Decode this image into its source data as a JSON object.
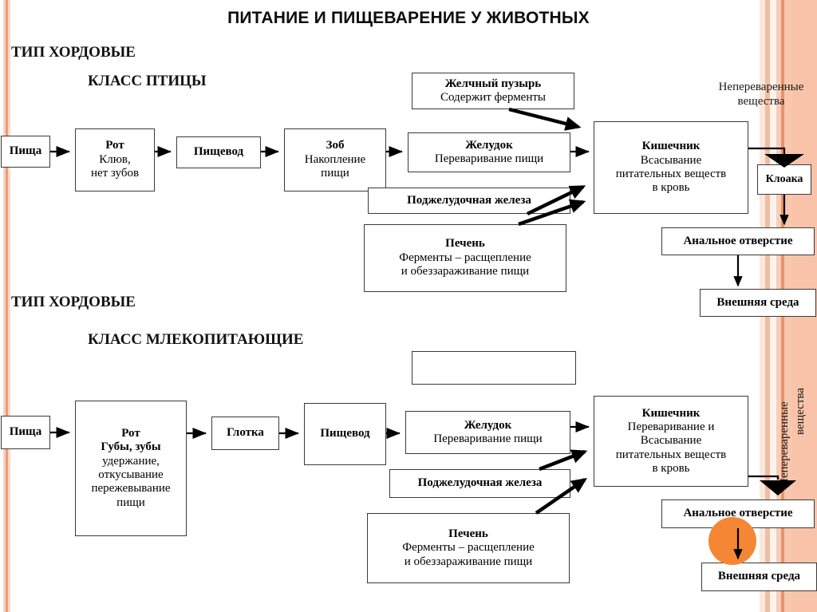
{
  "slide": {
    "title": "ПИТАНИЕ И ПИЩЕВАРЕНИЕ У ЖИВОТНЫХ",
    "background_color": "#ffffff",
    "accent_color": "#F3A07A",
    "blob_color": "#F58634",
    "box_border_color": "#3a3a3a"
  },
  "sections": {
    "birds": {
      "type_heading": "ТИП ХОРДОВЫЕ",
      "class_heading": "КЛАСС ПТИЦЫ",
      "boxes": {
        "food": {
          "title": "Пища",
          "sub": ""
        },
        "mouth": {
          "title": "Рот",
          "sub": "Клюв,\nнет зубов"
        },
        "esophagus": {
          "title": "Пищевод",
          "sub": ""
        },
        "crop": {
          "title": "Зоб",
          "sub": "Накопление\nпищи"
        },
        "gallbladder": {
          "title": "Желчный пузырь",
          "sub": "Содержит ферменты"
        },
        "stomach": {
          "title": "Желудок",
          "sub": "Переваривание пищи"
        },
        "pancreas": {
          "title": "Поджелудочная железа",
          "sub": ""
        },
        "liver": {
          "title": "Печень",
          "sub": "Ферменты – расщепление\nи обеззараживание пищи"
        },
        "intestine": {
          "title": "Кишечник",
          "sub": "Всасывание\nпитательных веществ\nв кровь"
        },
        "cloaca": {
          "title": "Клоака",
          "sub": ""
        },
        "anus": {
          "title": "Анальное отверстие",
          "sub": ""
        },
        "environment": {
          "title": "Внешняя среда",
          "sub": ""
        }
      },
      "labels": {
        "undigested": "Непереваренные\nвещества"
      }
    },
    "mammals": {
      "type_heading": "ТИП ХОРДОВЫЕ",
      "class_heading": "КЛАСС МЛЕКОПИТАЮЩИЕ",
      "boxes": {
        "food": {
          "title": "Пища",
          "sub": ""
        },
        "mouth": {
          "title": "Рот\nГубы, зубы",
          "sub": "удержание,\nоткусывание\nпережевывание\nпищи"
        },
        "pharynx": {
          "title": "Глотка",
          "sub": ""
        },
        "esophagus": {
          "title": "Пищевод",
          "sub": ""
        },
        "empty": {
          "title": "",
          "sub": ""
        },
        "stomach": {
          "title": "Желудок",
          "sub": "Переваривание пищи"
        },
        "pancreas": {
          "title": "Поджелудочная железа",
          "sub": ""
        },
        "liver": {
          "title": "Печень",
          "sub": "Ферменты – расщепление\nи обеззараживание пищи"
        },
        "intestine": {
          "title": "Кишечник",
          "sub": "Переваривание и\nВсасывание\nпитательных веществ\nв кровь"
        },
        "anus": {
          "title": "Анальное отверстие",
          "sub": ""
        },
        "environment": {
          "title": "Внешняя среда",
          "sub": ""
        }
      },
      "labels": {
        "undigested_line1": "Непереваренные",
        "undigested_line2": "вещества"
      }
    }
  }
}
